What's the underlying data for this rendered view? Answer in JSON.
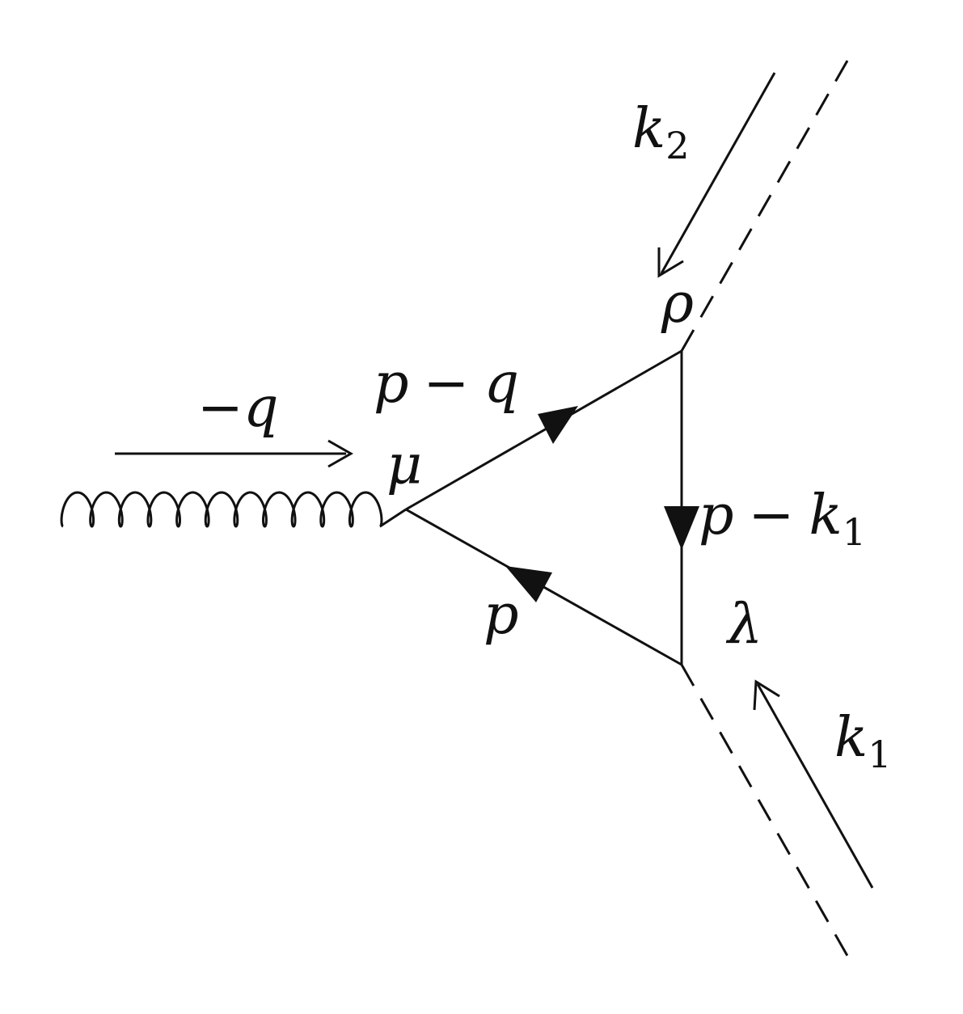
{
  "diagram": {
    "colors": {
      "ink": "#111111",
      "background": "#ffffff"
    },
    "lines": {
      "gluon": "curly",
      "scalars": "dashed",
      "fermions": "solid"
    },
    "labels": {
      "minus_q": {
        "sign": "−",
        "var": "q"
      },
      "mu": "μ",
      "p_minus_q": {
        "var": "p",
        "op": "−",
        "var2": "q"
      },
      "rho": "ρ",
      "k2": {
        "var": "k",
        "sub": "2"
      },
      "p_minus_k1": {
        "var": "p",
        "op": "−",
        "var2": "k",
        "sub": "1"
      },
      "p": "p",
      "lambda": "λ",
      "k1": {
        "var": "k",
        "sub": "1"
      }
    }
  }
}
